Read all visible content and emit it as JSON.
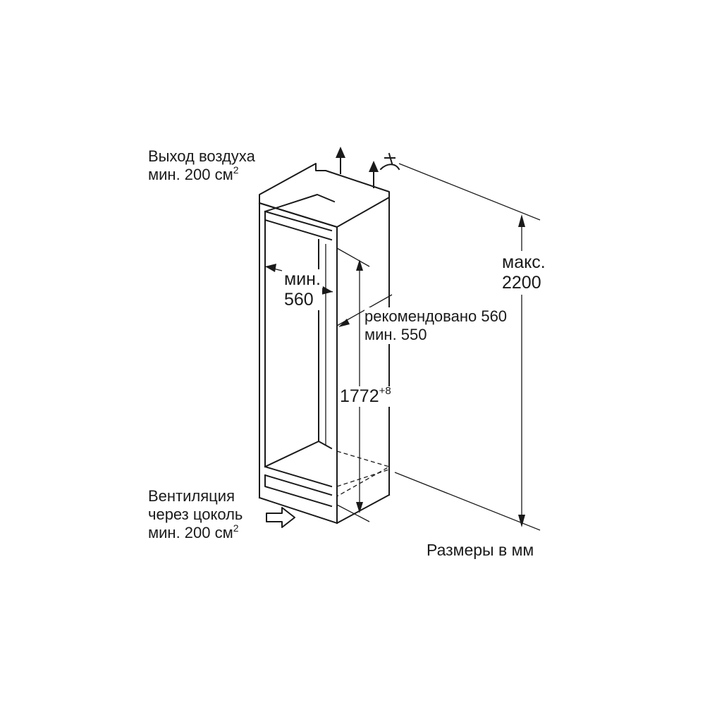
{
  "air_outlet": {
    "line1": "Выход воздуха",
    "line2": "мин. 200 см",
    "sup": "2"
  },
  "ventilation": {
    "line1": "Вентиляция",
    "line2": "через цоколь",
    "line3": "мин. 200 см",
    "sup": "2"
  },
  "niche_width": {
    "line1": "мин.",
    "line2": "560"
  },
  "niche_depth": {
    "line1": "рекомендовано 560",
    "line2": "мин. 550"
  },
  "niche_height": {
    "value": "1772",
    "sup": "+8"
  },
  "max_height": {
    "line1": "макс.",
    "line2": "2200"
  },
  "units_note": "Размеры в мм"
}
